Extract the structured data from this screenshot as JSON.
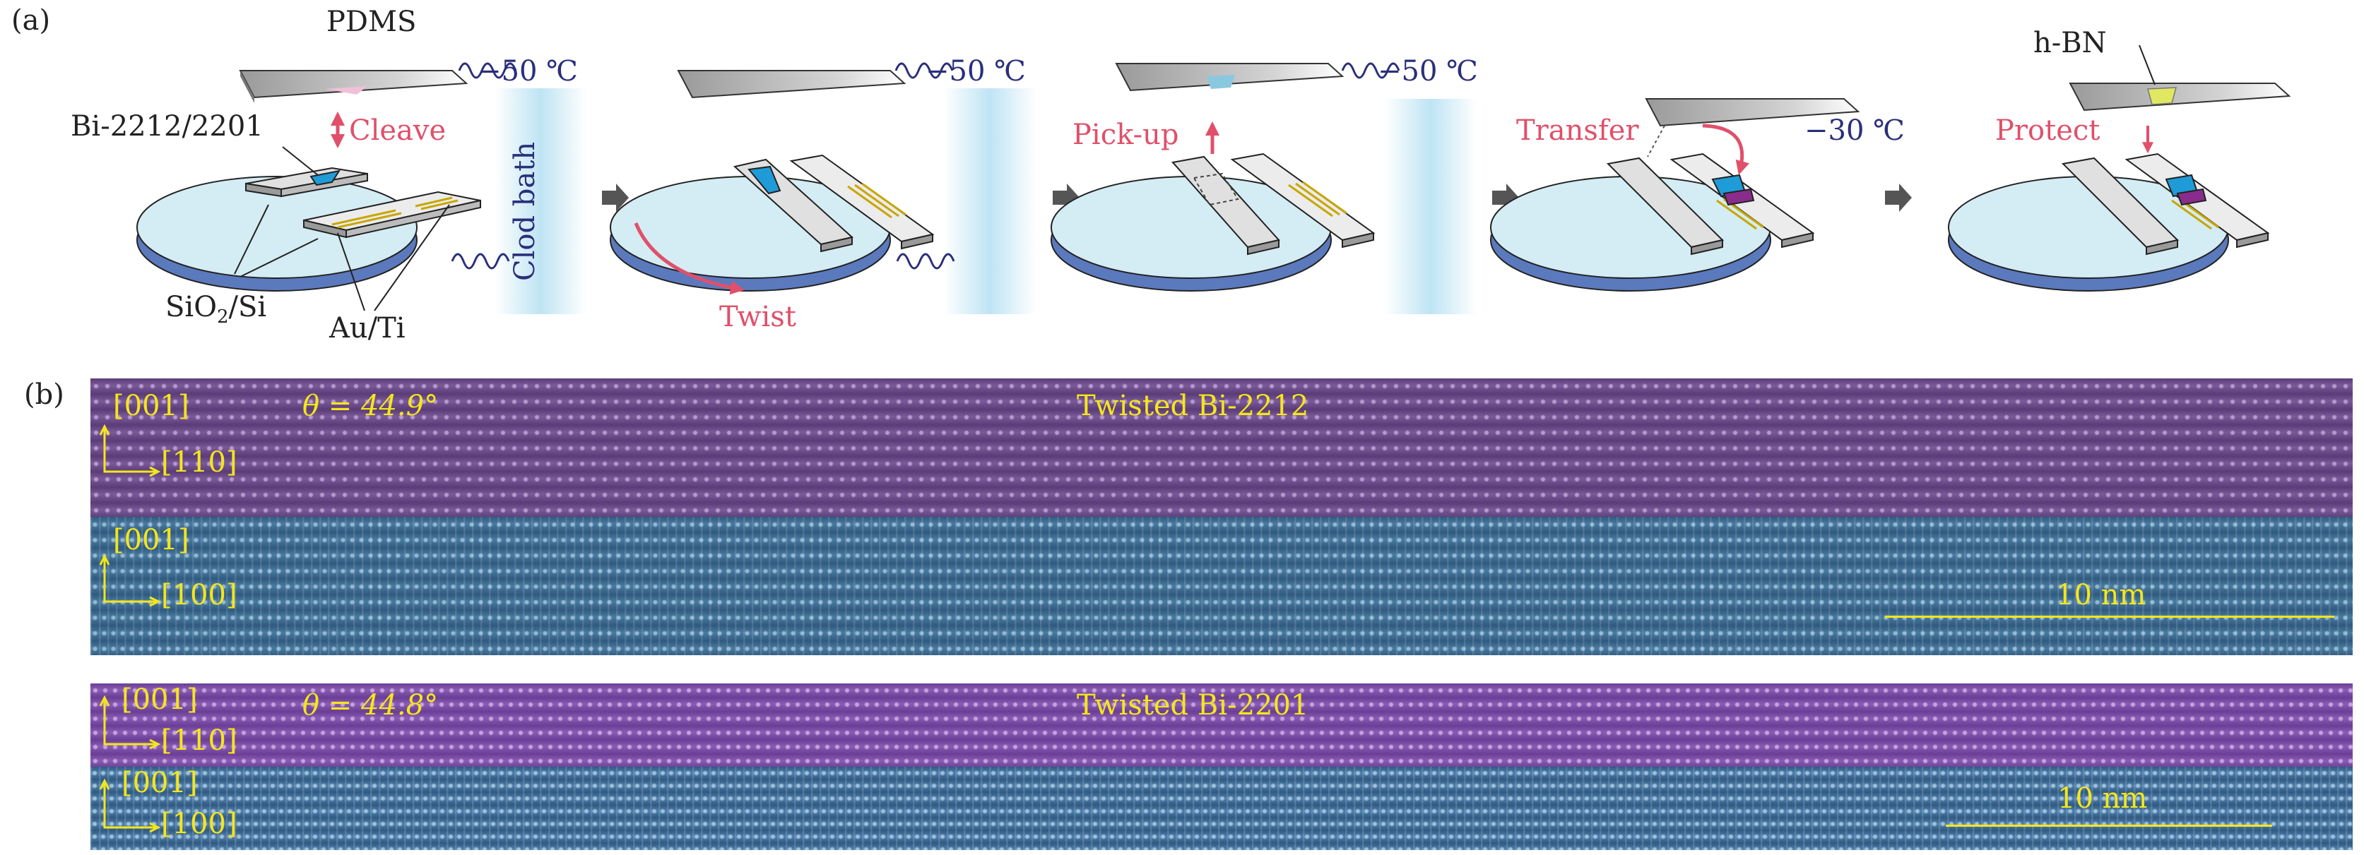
{
  "panel_a": {
    "letter": "(a)",
    "labels": {
      "pdms": "PDMS",
      "bi_sample": "Bi-2212/2201",
      "cleave": "Cleave",
      "substrate": "SiO",
      "substrate_sub": "2",
      "substrate_rest": "/Si",
      "electrode": "Au/Ti",
      "bath": "Clod bath",
      "twist": "Twist",
      "pickup": "Pick-up",
      "transfer": "Transfer",
      "protect": "Protect",
      "hbn": "h-BN",
      "temp1": "−50 ℃",
      "temp2": "−50 ℃",
      "temp3": "−50 ℃",
      "temp4": "−30 ℃"
    },
    "colors": {
      "stage_top": "#d4ecf4",
      "stage_side": "#5b79bd",
      "accent": "#e0506a",
      "temp": "#2a2f7a",
      "bath": "#bfe4f4",
      "flake": "#1f9bd8",
      "gold": "#f0d000"
    }
  },
  "panel_b": {
    "letter": "(b)",
    "upper": {
      "angle": "θ = 44.9°",
      "title": "Twisted Bi-2212",
      "top_dir1": "[001]",
      "top_dir2": "[110]",
      "bot_dir1": "[001]",
      "bot_dir2": "[100]",
      "scale": "10 nm"
    },
    "lower": {
      "angle": "θ = 44.8°",
      "title": "Twisted Bi-2201",
      "top_dir1": "[001]",
      "top_dir2": "[110]",
      "bot_dir1": "[001]",
      "bot_dir2": "[100]",
      "scale": "10 nm"
    },
    "colors": {
      "purple_layer": "#6a4a86",
      "blue_layer": "#3a6a8e",
      "label": "#f5e61a"
    }
  }
}
